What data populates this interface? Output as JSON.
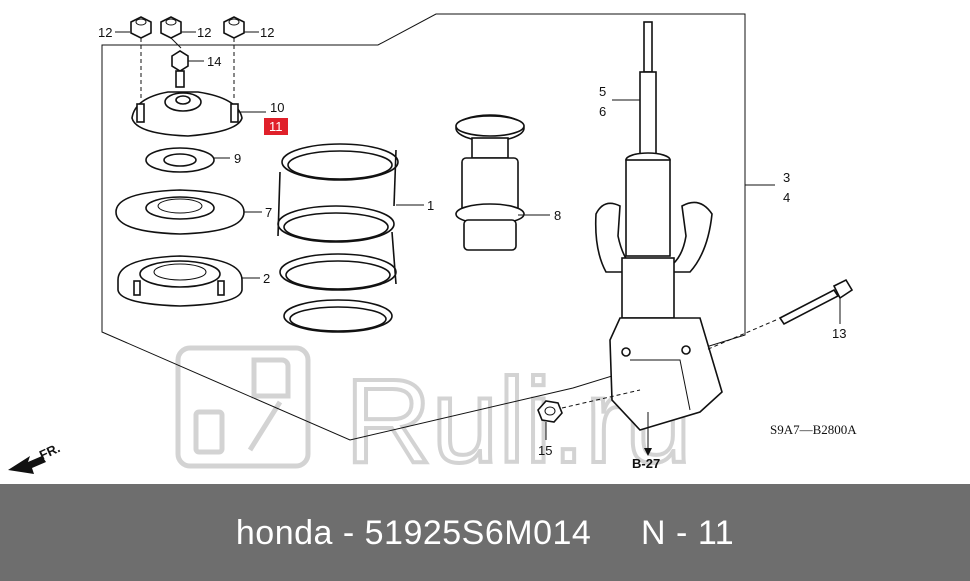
{
  "diagram": {
    "callouts": {
      "nut_left": "12",
      "nut_center": "12",
      "nut_right": "12",
      "self_lock_nut": "14",
      "mount_a": "10",
      "mount_b": "11",
      "washer": "9",
      "seat_upper": "7",
      "seat_lower": "2",
      "spring": "1",
      "bump_stop": "8",
      "rod_a": "5",
      "rod_b": "6",
      "strut_a": "3",
      "strut_b": "4",
      "bolt": "13",
      "flange_nut": "15",
      "ref_b27": "B-27",
      "front_arrow": "FR."
    },
    "highlight_color": "#e0202a",
    "drawing_code": "S9A7—B2800A",
    "watermark_text": "Ruli.ru"
  },
  "footer": {
    "text": "honda - 51925S6M014     N - 11",
    "background": "#6e6e6e"
  }
}
